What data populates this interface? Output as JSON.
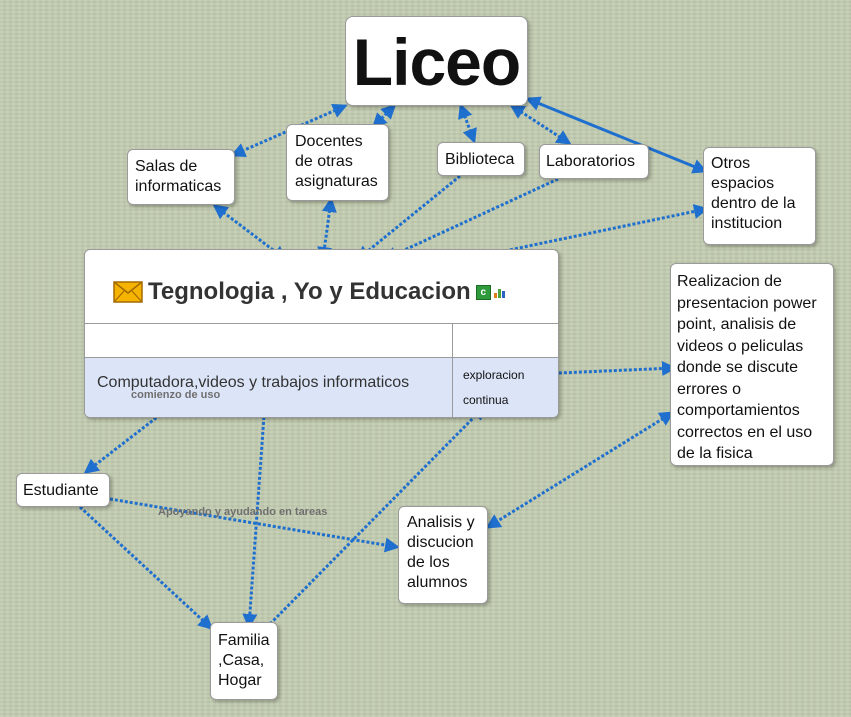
{
  "nodes": {
    "liceo": "Liceo",
    "salas": [
      "Salas de",
      "informaticas"
    ],
    "docentes": [
      "Docentes",
      "de otras",
      "asignaturas"
    ],
    "biblioteca": "Biblioteca",
    "laboratorios": "Laboratorios",
    "otros": [
      "Otros",
      "espacios",
      "dentro de la",
      "institucion"
    ],
    "realizacion": [
      "Realizacion de",
      "presentacion power",
      "point, analisis de",
      "videos o peliculas",
      "donde se discute",
      "errores o",
      "comportamientos",
      "correctos en el uso",
      "de la fisica"
    ],
    "estudiante": "Estudiante",
    "analisis": [
      "Analisis y",
      "discucion",
      "de los",
      "alumnos"
    ],
    "familia": [
      "Familia",
      ",Casa,",
      "Hogar"
    ]
  },
  "main": {
    "title": "Tegnologia , Yo y Educacion",
    "icons": [
      "mail-icon",
      "c-icon",
      "chart-icon"
    ],
    "cell": "Computadora,videos y trabajos informaticos",
    "note": "comienzo de uso",
    "right": [
      "exploracion",
      "continua"
    ],
    "colors": {
      "row": "#dce4f7",
      "title": "#333333"
    }
  },
  "link_labels": {
    "apoyando": "Apoyando y ayudando en tareas"
  },
  "colors": {
    "link": "#1f6fcf",
    "background": "#c3cdb1"
  }
}
